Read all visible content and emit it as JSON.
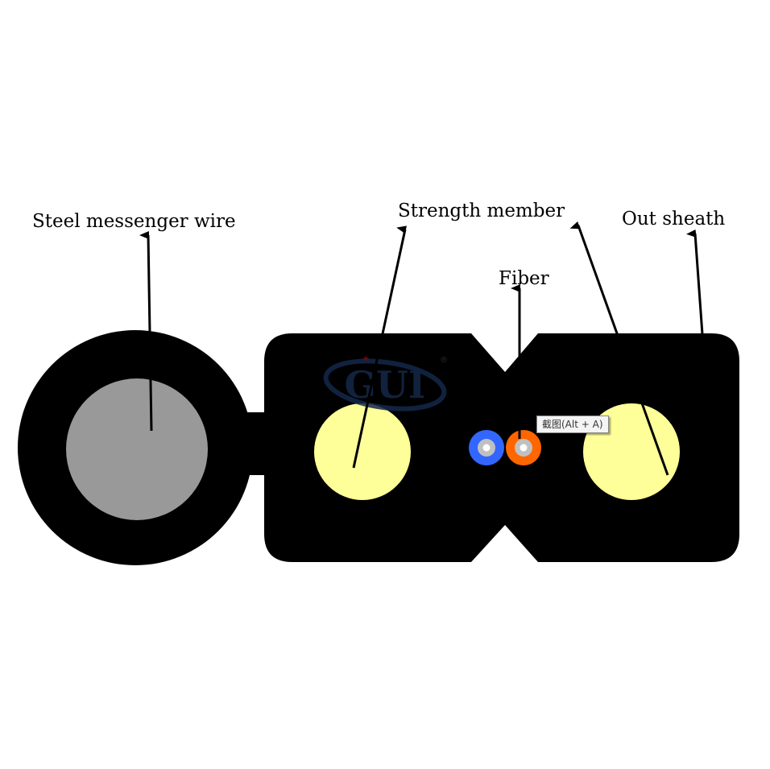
{
  "labels": {
    "steel": "Steel messenger wire",
    "strength": "Strength member",
    "fiber": "Fiber",
    "sheath": "Out sheath"
  },
  "logo": {
    "text": "GUI",
    "registered": "®"
  },
  "tooltip": "截图(Alt + A)",
  "colors": {
    "sheath": "#000000",
    "steel": "#999999",
    "strength": "#ffff99",
    "fiber_blue": "#3366ff",
    "fiber_orange": "#ff6600",
    "fiber_core": "#c0c0c0",
    "logo": "#14284b"
  }
}
